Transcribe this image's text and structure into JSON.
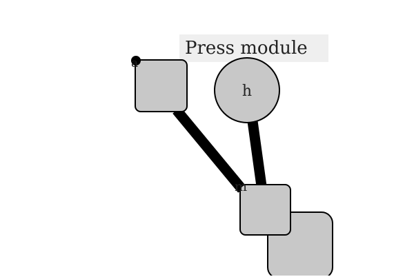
{
  "diagram": {
    "prompt_label": "Press module",
    "nodes": [
      {
        "id": "a",
        "label": "a",
        "shape": "rounded-square"
      },
      {
        "id": "h",
        "label": "h",
        "shape": "circle"
      },
      {
        "id": "m",
        "label": "m",
        "shape": "rounded-square"
      },
      {
        "id": "unlabeled",
        "label": "",
        "shape": "rounded-square"
      }
    ],
    "edges": [
      {
        "from": "a",
        "to": "m"
      },
      {
        "from": "h",
        "to": "m"
      }
    ],
    "colors": {
      "node_fill": "#c8c8c8",
      "node_stroke": "#000000",
      "edge": "#000000",
      "label_box": "#efefef",
      "text": "#222222"
    }
  }
}
